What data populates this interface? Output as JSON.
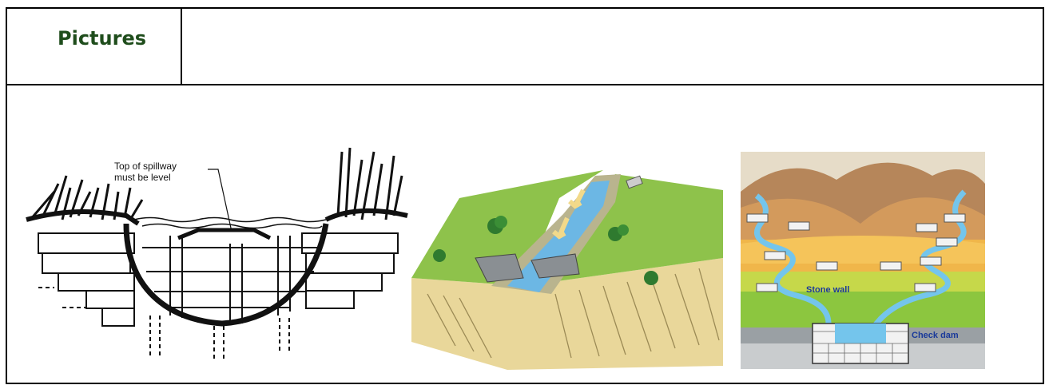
{
  "header": {
    "title": "Pictures"
  },
  "figures": [
    {
      "name": "spillway-drawing",
      "label": "Top of spillway\nmust be level",
      "label_line1": "Top of spillway",
      "label_line2": "must be level"
    },
    {
      "name": "gabion-channel-illustration"
    },
    {
      "name": "check-dam-diagram",
      "label_stone_wall": "Stone wall",
      "label_check_dam": "Check dam"
    }
  ]
}
